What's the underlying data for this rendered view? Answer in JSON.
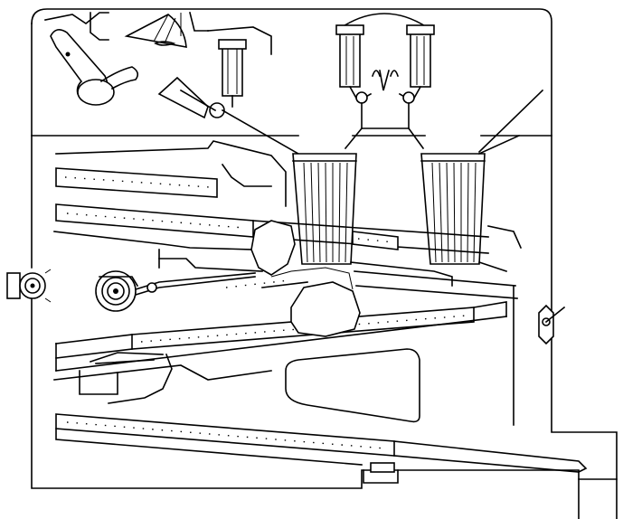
{
  "diagram": {
    "style": "black line art on white",
    "colors": {
      "line": "#000000",
      "background": "#ffffff"
    },
    "components": [
      "machine-cabinet",
      "upper-compartment",
      "conveyor-belt",
      "hopper",
      "hydraulic-cylinder",
      "pulley",
      "axle-hub",
      "rock-lump",
      "discharge-chute",
      "side-bracket"
    ]
  }
}
